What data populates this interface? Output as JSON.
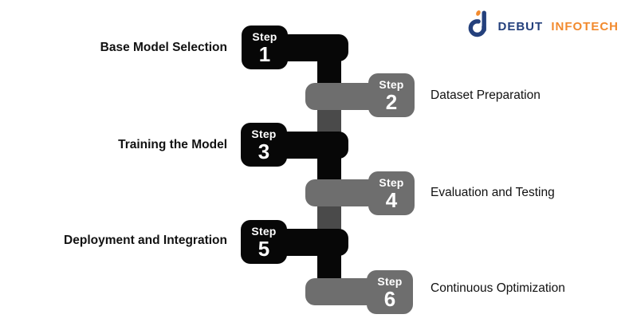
{
  "page": {
    "background": "#ffffff"
  },
  "logo": {
    "brand_primary": "DEBUT",
    "brand_secondary": "INFOTECH",
    "primary_color": "#24407c",
    "secondary_color": "#f28a2e",
    "mark": "d-with-orange-comma"
  },
  "diagram": {
    "type": "step-flow-zigzag",
    "colors": {
      "black_step": "#070707",
      "gray_step": "#6e6e6e",
      "gray_connector": "#4a4a4a",
      "label_text": "#121212",
      "step_text": "#ffffff"
    },
    "steps": [
      {
        "prefix": "Step",
        "number": "1",
        "label": "Base Model Selection",
        "side": "left",
        "tone": "black"
      },
      {
        "prefix": "Step",
        "number": "2",
        "label": "Dataset Preparation",
        "side": "right",
        "tone": "gray"
      },
      {
        "prefix": "Step",
        "number": "3",
        "label": "Training the Model",
        "side": "left",
        "tone": "black"
      },
      {
        "prefix": "Step",
        "number": "4",
        "label": "Evaluation and Testing",
        "side": "right",
        "tone": "gray"
      },
      {
        "prefix": "Step",
        "number": "5",
        "label": "Deployment and Integration",
        "side": "left",
        "tone": "black"
      },
      {
        "prefix": "Step",
        "number": "6",
        "label": "Continuous Optimization",
        "side": "right",
        "tone": "gray"
      }
    ]
  }
}
